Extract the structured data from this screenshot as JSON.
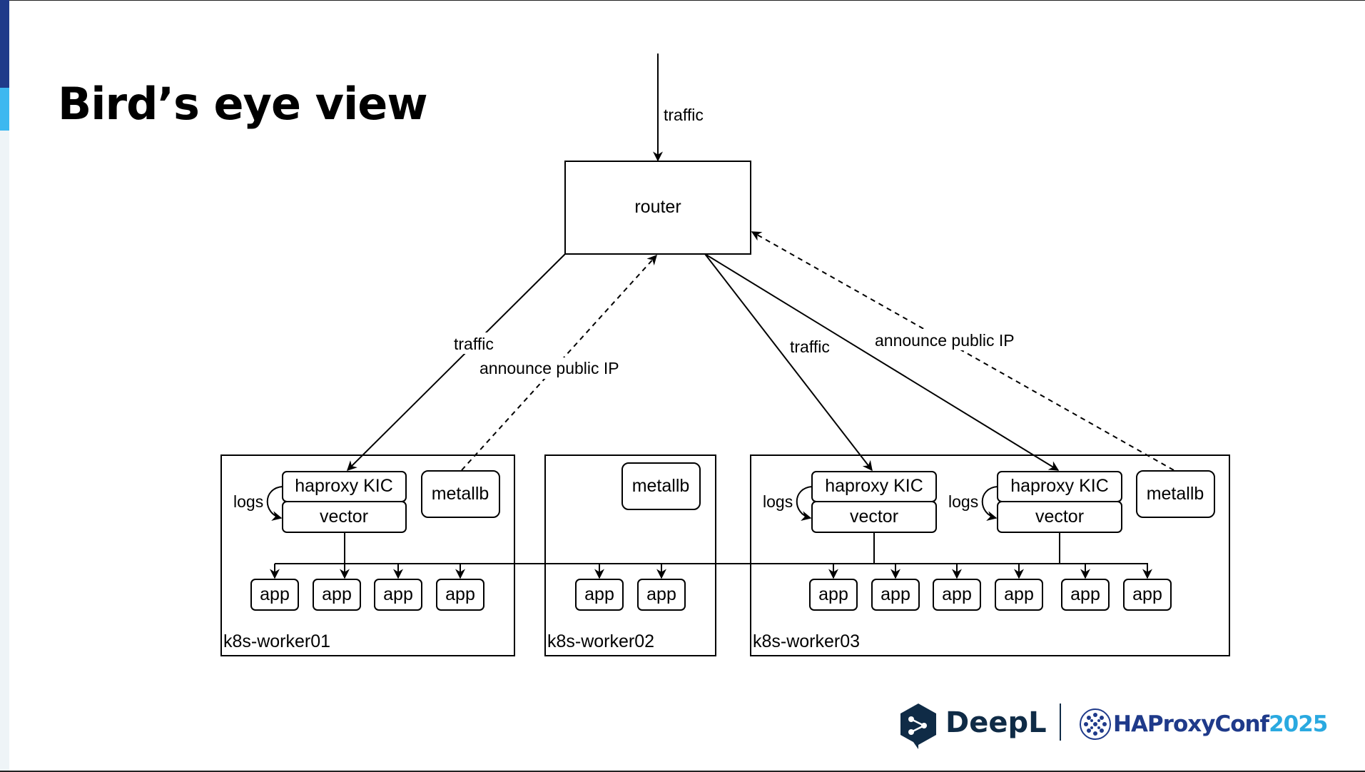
{
  "slide": {
    "title": "Bird’s eye view",
    "accent_colors": {
      "dark": "#1f3a8a",
      "light": "#3db8f0",
      "pale": "#eef4f7"
    }
  },
  "diagram": {
    "router": {
      "label": "router"
    },
    "edge_labels": {
      "ingress_traffic": "traffic",
      "traffic_worker01": "traffic",
      "announce_worker01": "announce public IP",
      "traffic_worker03": "traffic",
      "announce_worker03": "announce public IP"
    },
    "workers": [
      {
        "name": "k8s-worker01",
        "kics": [
          {
            "kic": "haproxy KIC",
            "vector": "vector",
            "logs": "logs"
          }
        ],
        "metallb": "metallb",
        "apps": [
          "app",
          "app",
          "app",
          "app"
        ]
      },
      {
        "name": "k8s-worker02",
        "kics": [],
        "metallb": "metallb",
        "apps": [
          "app",
          "app"
        ]
      },
      {
        "name": "k8s-worker03",
        "kics": [
          {
            "kic": "haproxy KIC",
            "vector": "vector",
            "logs": "logs"
          },
          {
            "kic": "haproxy KIC",
            "vector": "vector",
            "logs": "logs"
          }
        ],
        "metallb": "metallb",
        "apps": [
          "app",
          "app",
          "app",
          "app",
          "app",
          "app"
        ]
      }
    ]
  },
  "footer": {
    "deepl_logo": "DeepL",
    "conf_logo_main": "HAProxyConf",
    "conf_logo_year": "2025",
    "deepl_color": "#0f2b46",
    "haproxy_color": "#1f3a8a",
    "year_color": "#2aa9e0"
  }
}
